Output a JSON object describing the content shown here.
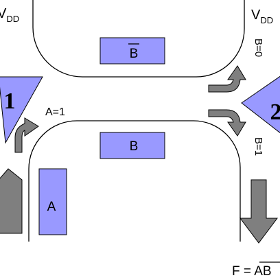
{
  "labels": {
    "vdd_left": {
      "main": "V",
      "sub": "DD"
    },
    "vdd_right": {
      "main": "V",
      "sub": "DD"
    },
    "region_top": "B",
    "region_middle": "B",
    "region_left": "A",
    "triangle_left": "1",
    "triangle_right": "2",
    "branch_a": "A=1",
    "branch_b0": "B=0",
    "branch_b1": "B=1",
    "output": "F = AB"
  },
  "colors": {
    "region_fill": "#9999ff",
    "arrow_fill": "#7f7f7f",
    "line": "#000000"
  }
}
